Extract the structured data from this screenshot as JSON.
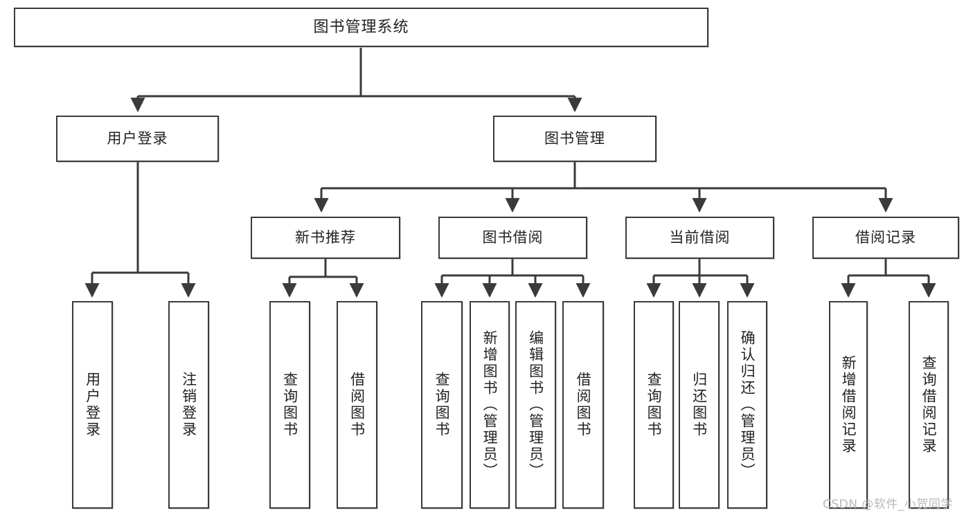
{
  "diagram": {
    "title": "图书管理系统",
    "watermark": "CSDN @软件_小贺同学",
    "line_color": "#3a3a3a",
    "box_fill": "#ffffff",
    "text_color": "#222222"
  },
  "nodes": {
    "root": {
      "label": "图书管理系统"
    },
    "level2": [
      {
        "id": "user-login",
        "label": "用户登录"
      },
      {
        "id": "book-management",
        "label": "图书管理"
      }
    ],
    "level3": [
      {
        "id": "new-book-recommend",
        "label": "新书推荐"
      },
      {
        "id": "book-borrow",
        "label": "图书借阅"
      },
      {
        "id": "current-borrow",
        "label": "当前借阅"
      },
      {
        "id": "borrow-record",
        "label": "借阅记录"
      }
    ],
    "leaves": {
      "user_login": [
        {
          "id": "leaf-user-login",
          "label": "用户登录"
        },
        {
          "id": "leaf-logout-login",
          "label": "注销登录"
        }
      ],
      "new_book_recommend": [
        {
          "id": "leaf-query-book-1",
          "label": "查询图书"
        },
        {
          "id": "leaf-borrow-book-1",
          "label": "借阅图书"
        }
      ],
      "book_borrow": [
        {
          "id": "leaf-query-book-2",
          "label": "查询图书"
        },
        {
          "id": "leaf-add-book",
          "label": "新增图书（管理员）"
        },
        {
          "id": "leaf-edit-book",
          "label": "编辑图书（管理员）"
        },
        {
          "id": "leaf-borrow-book-2",
          "label": "借阅图书"
        }
      ],
      "current_borrow": [
        {
          "id": "leaf-query-book-3",
          "label": "查询图书"
        },
        {
          "id": "leaf-return-book",
          "label": "归还图书"
        },
        {
          "id": "leaf-confirm-return",
          "label": "确认归还（管理员）"
        }
      ],
      "borrow_record": [
        {
          "id": "leaf-add-record",
          "label": "新增借阅记录"
        },
        {
          "id": "leaf-query-record",
          "label": "查询借阅记录"
        }
      ]
    }
  }
}
